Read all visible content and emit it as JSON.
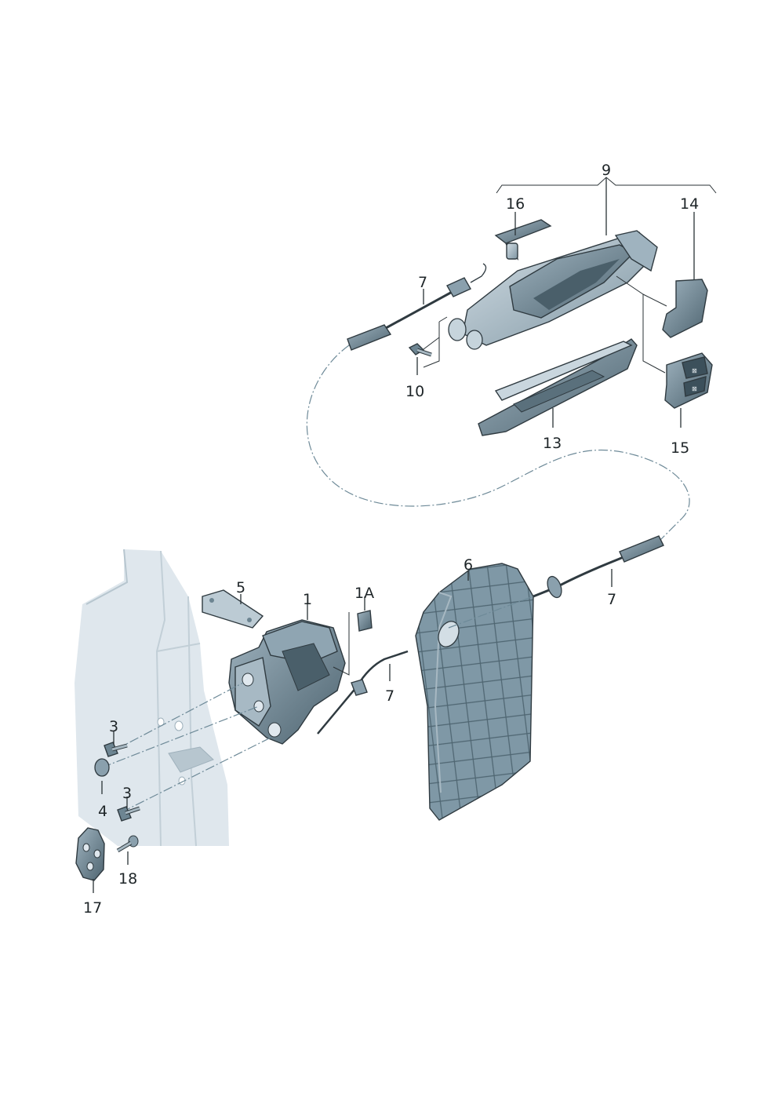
{
  "colors": {
    "part_dark": "#5f7784",
    "part_mid": "#8aa0ad",
    "part_light": "#b9c9d2",
    "door_panel": "#dfe7ed",
    "outline": "#2f3a40",
    "cable_dash": "#6e8a98"
  },
  "labels": {
    "p1": "1",
    "p1a": "1A",
    "p3a": "3",
    "p3b": "3",
    "p4": "4",
    "p5": "5",
    "p6": "6",
    "p7a": "7",
    "p7b": "7",
    "p7c": "7",
    "p9": "9",
    "p10": "10",
    "p13": "13",
    "p14": "14",
    "p15": "15",
    "p16": "16",
    "p17": "17",
    "p18": "18"
  }
}
